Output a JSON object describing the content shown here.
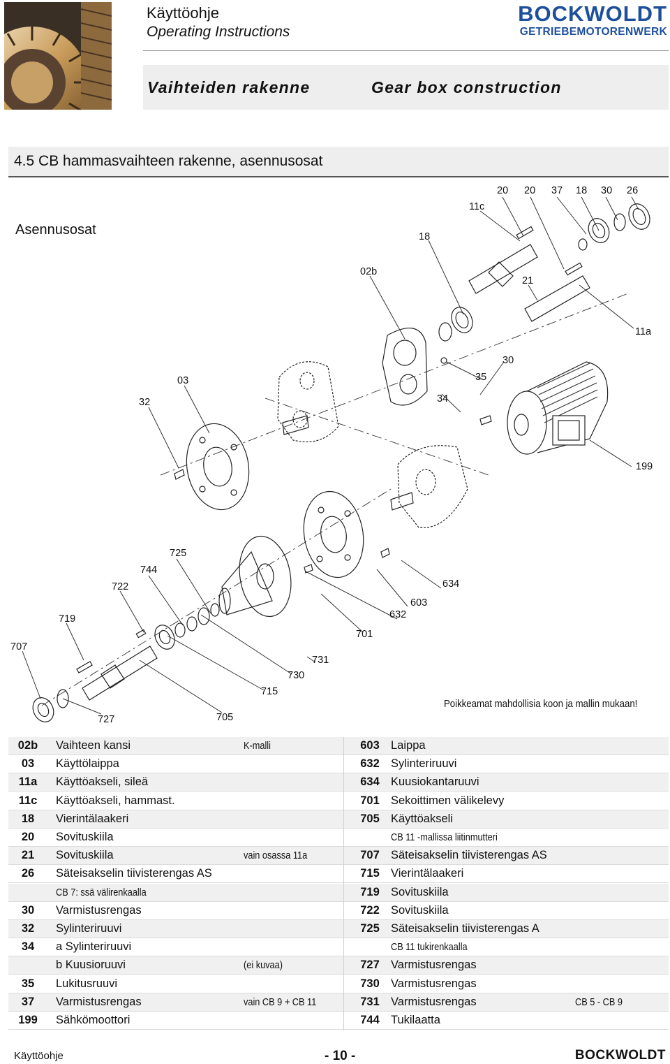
{
  "header": {
    "title_fi": "Käyttöohje",
    "title_en": "Operating Instructions",
    "brand": "BOCKWOLDT",
    "brand_sub": "GETRIEBEMOTORENWERK",
    "band_fi": "Vaihteiden rakenne",
    "band_en": "Gear box construction"
  },
  "section": {
    "title": "4.5  CB hammasvaihteen rakenne, asennusosat",
    "subhead": "Asennusosat"
  },
  "diagram": {
    "callouts": [
      "20",
      "20",
      "37",
      "18",
      "30",
      "26",
      "11c",
      "18",
      "02b",
      "21",
      "11a",
      "30",
      "03",
      "35",
      "32",
      "34",
      "199",
      "725",
      "744",
      "722",
      "634",
      "603",
      "632",
      "719",
      "701",
      "707",
      "731",
      "730",
      "715",
      "727",
      "705"
    ],
    "note": "Poikkeamat mahdollisia koon ja mallin mukaan!"
  },
  "table": {
    "rows": [
      {
        "ln": "02b",
        "ld": "Vaihteen kansi",
        "lnote": "K-malli",
        "rn": "603",
        "rd": "Laippa",
        "rnote": ""
      },
      {
        "ln": "03",
        "ld": "Käyttölaippa",
        "lnote": "",
        "rn": "632",
        "rd": "Sylinteriruuvi",
        "rnote": ""
      },
      {
        "ln": "11a",
        "ld": "Käyttöakseli, sileä",
        "lnote": "",
        "rn": "634",
        "rd": "Kuusiokantaruuvi",
        "rnote": ""
      },
      {
        "ln": "11c",
        "ld": "Käyttöakseli, hammast.",
        "lnote": "",
        "rn": "701",
        "rd": "Sekoittimen välikelevy",
        "rnote": ""
      },
      {
        "ln": "18",
        "ld": "Vierintälaakeri",
        "lnote": "",
        "rn": "705",
        "rd": "Käyttöakseli",
        "rnote": ""
      },
      {
        "ln": "20",
        "ld": "Sovituskiila",
        "lnote": "",
        "rn": "",
        "rd": "CB 11 -mallissa liitinmutteri",
        "rnote": ""
      },
      {
        "ln": "21",
        "ld": "Sovituskiila",
        "lnote": "vain osassa 11a",
        "rn": "707",
        "rd": "Säteisakselin tiivisterengas AS",
        "rnote": ""
      },
      {
        "ln": "26",
        "ld": "Säteisakselin tiivisterengas AS",
        "lnote": "",
        "rn": "715",
        "rd": "Vierintälaakeri",
        "rnote": ""
      },
      {
        "ln": "",
        "ld": "CB 7: ssä välirenkaalla",
        "lnote": "",
        "rn": "719",
        "rd": "Sovituskiila",
        "rnote": ""
      },
      {
        "ln": "30",
        "ld": "Varmistusrengas",
        "lnote": "",
        "rn": "722",
        "rd": "Sovituskiila",
        "rnote": ""
      },
      {
        "ln": "32",
        "ld": "Sylinteriruuvi",
        "lnote": "",
        "rn": "725",
        "rd": "Säteisakselin tiivisterengas A",
        "rnote": ""
      },
      {
        "ln": "34",
        "ld": "a Sylinteriruuvi",
        "lnote": "",
        "rn": "",
        "rd": "CB 11 tukirenkaalla",
        "rnote": ""
      },
      {
        "ln": "",
        "ld": "b Kuusioruuvi",
        "lnote": "(ei kuvaa)",
        "rn": "727",
        "rd": "Varmistusrengas",
        "rnote": ""
      },
      {
        "ln": "35",
        "ld": "Lukitusruuvi",
        "lnote": "",
        "rn": "730",
        "rd": "Varmistusrengas",
        "rnote": ""
      },
      {
        "ln": "37",
        "ld": "Varmistusrengas",
        "lnote": "vain CB 9 +  CB 11",
        "rn": "731",
        "rd": "Varmistusrengas",
        "rnote": "CB 5 - CB 9"
      },
      {
        "ln": "199",
        "ld": "Sähkömoottori",
        "lnote": "",
        "rn": "744",
        "rd": "Tukilaatta",
        "rnote": ""
      }
    ]
  },
  "footer": {
    "left": "Käyttöohje",
    "page": "- 10 -",
    "right": "BOCKWOLDT"
  }
}
